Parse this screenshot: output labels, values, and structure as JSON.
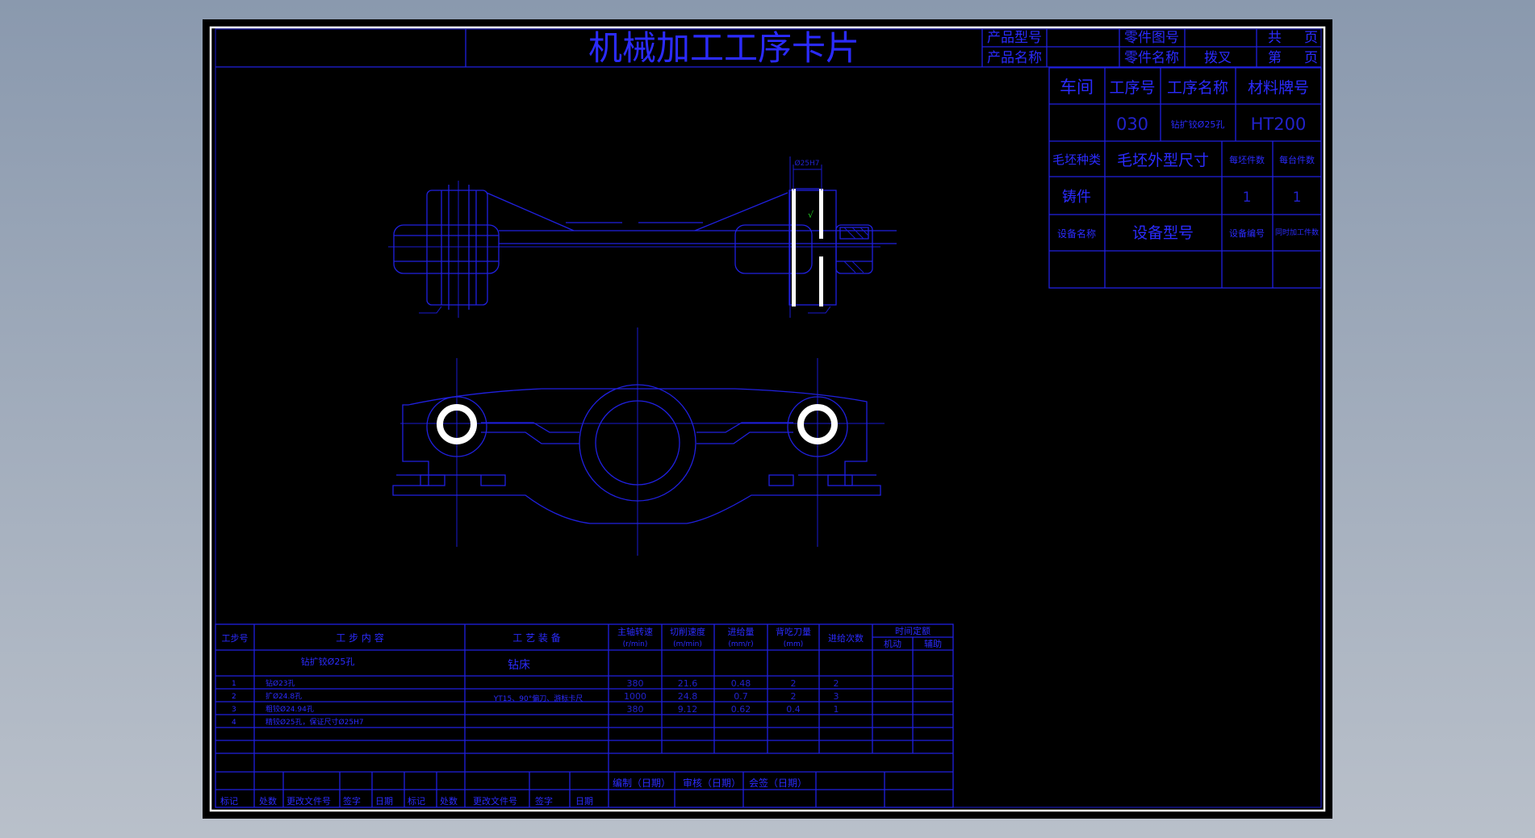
{
  "title": "机械加工工序卡片",
  "header": {
    "product_model_label": "产品型号",
    "product_name_label": "产品名称",
    "part_drawing_no_label": "零件图号",
    "part_name_label": "零件名称",
    "part_name_value": "拨叉",
    "total_label": "共",
    "total_unit": "页",
    "page_label": "第",
    "page_unit": "页"
  },
  "info": {
    "workshop_label": "车间",
    "op_no_label": "工序号",
    "op_name_label": "工序名称",
    "material_label": "材料牌号",
    "op_no": "030",
    "op_name": "钻扩铰Ø25孔",
    "material": "HT200",
    "blank_type_label": "毛坯种类",
    "blank_size_label": "毛坯外型尺寸",
    "blank_count_label": "每坯件数",
    "per_machine_label": "每台件数",
    "blank_type": "铸件",
    "blank_count": "1",
    "per_machine": "1",
    "equip_name_label": "设备名称",
    "equip_model_label": "设备型号",
    "equip_no_label": "设备编号",
    "simul_parts_label": "同时加工件数"
  },
  "drawing": {
    "dim_text": "Ø25H7",
    "surface_mark": "√"
  },
  "steps_table": {
    "col_step": "工步号",
    "col_content": "工 步 内 容",
    "col_equipment": "工 艺 装 备",
    "col_speed": "主轴转速",
    "col_speed_unit": "(r/min)",
    "col_cut_speed": "切削速度",
    "col_cut_speed_unit": "(m/min)",
    "col_feed": "进给量",
    "col_feed_unit": "(mm/r)",
    "col_depth": "背吃刀量",
    "col_depth_unit": "(mm)",
    "col_passes": "进给次数",
    "col_time": "时间定额",
    "col_time_machine": "机动",
    "col_time_aux": "辅助",
    "main_content": "钻扩铰Ø25孔",
    "main_equipment": "钻床",
    "tools": "YT15、90°偏刀、游标卡尺",
    "rows": [
      {
        "no": "1",
        "content": "钻Ø23孔",
        "speed": "380",
        "cut": "21.6",
        "feed": "0.48",
        "depth": "2",
        "passes": "2"
      },
      {
        "no": "2",
        "content": "扩Ø24.8孔",
        "speed": "1000",
        "cut": "24.8",
        "feed": "0.7",
        "depth": "2",
        "passes": "3"
      },
      {
        "no": "3",
        "content": "粗铰Ø24.94孔",
        "speed": "380",
        "cut": "9.12",
        "feed": "0.62",
        "depth": "0.4",
        "passes": "1"
      },
      {
        "no": "4",
        "content": "精铰Ø25孔，保证尺寸Ø25H7",
        "speed": "",
        "cut": "",
        "feed": "",
        "depth": "",
        "passes": ""
      }
    ]
  },
  "footer": {
    "compile": "编制（日期）",
    "check": "审核（日期）",
    "approve": "会签（日期）",
    "mark": "标记",
    "count": "处数",
    "change_doc": "更改文件号",
    "sign": "签字",
    "date": "日期"
  }
}
